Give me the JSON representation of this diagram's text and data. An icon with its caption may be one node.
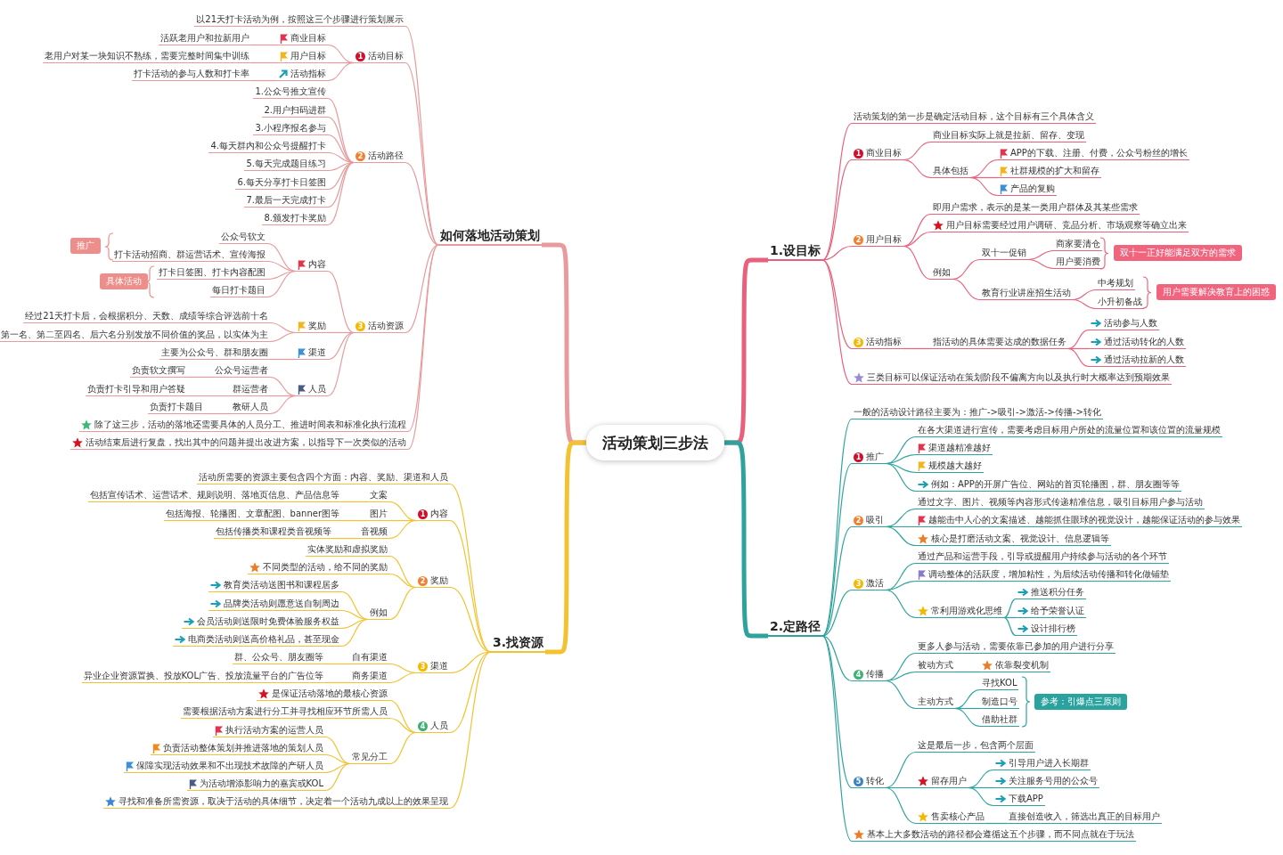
{
  "diagram": {
    "nodes": [
      {
        "text": [
          "活动策划三步法"
        ]
      },
      {
        "text": [
          "如何落地活动策划"
        ]
      },
      {
        "text": [
          "以21天打卡活动为例，按照这三个步骤进行策划展示"
        ]
      },
      {
        "text": [
          "1",
          "活动目标"
        ]
      },
      {
        "text": [
          "商业目标"
        ]
      },
      {
        "text": [
          "活跃老用户和拉新用户"
        ]
      },
      {
        "text": [
          "用户目标"
        ]
      },
      {
        "text": [
          "老用户对某一块知识不熟练，需要完整时间集中训练"
        ]
      },
      {
        "text": [
          "活动指标"
        ]
      },
      {
        "text": [
          "打卡活动的参与人数和打卡率"
        ]
      },
      {
        "text": [
          "2",
          "活动路径"
        ]
      },
      {
        "text": [
          "1.公众号推文宣传"
        ]
      },
      {
        "text": [
          "2.用户扫码进群"
        ]
      },
      {
        "text": [
          "3.小程序报名参与"
        ]
      },
      {
        "text": [
          "4.每天群内和公众号提醒打卡"
        ]
      },
      {
        "text": [
          "5.每天完成题目练习"
        ]
      },
      {
        "text": [
          "6.每天分享打卡日签图"
        ]
      },
      {
        "text": [
          "7.最后一天完成打卡"
        ]
      },
      {
        "text": [
          "8.颁发打卡奖励"
        ]
      },
      {
        "text": [
          "3",
          "活动资源"
        ]
      },
      {
        "text": [
          "内容"
        ]
      },
      {
        "text": [
          "公众号软文"
        ]
      },
      {
        "text": [
          "打卡活动招商、群运营话术、宣传海报"
        ]
      },
      {
        "text": [
          "打卡日签图、打卡内容配图"
        ]
      },
      {
        "text": [
          "每日打卡题目"
        ]
      },
      {
        "text": [
          "奖励"
        ]
      },
      {
        "text": [
          "经过21天打卡后，会根据积分、天数、成绩等综合评选前十名"
        ]
      },
      {
        "text": [
          "第一名、第二至四名、后六名分别发放不同价值的奖品，以实体为主"
        ]
      },
      {
        "text": [
          "渠道"
        ]
      },
      {
        "text": [
          "主要为公众号、群和朋友圈"
        ]
      },
      {
        "text": [
          "人员"
        ]
      },
      {
        "text": [
          "公众号运营者"
        ]
      },
      {
        "text": [
          "负责软文撰写"
        ]
      },
      {
        "text": [
          "群运营者"
        ]
      },
      {
        "text": [
          "负责打卡引导和用户答疑"
        ]
      },
      {
        "text": [
          "教研人员"
        ]
      },
      {
        "text": [
          "负责打卡题目"
        ]
      },
      {
        "text": [
          "除了这三步，活动的落地还需要具体的人员分工、推进时间表和标准化执行流程"
        ]
      },
      {
        "text": [
          "活动结束后进行复盘，找出其中的问题并提出改进方案，以指导下一次类似的活动"
        ]
      },
      {
        "text": [
          "推广"
        ]
      },
      {
        "text": [
          "具体活动"
        ]
      },
      {
        "text": [
          "1.设目标"
        ]
      },
      {
        "text": [
          "活动策划的第一步是确定活动目标，这个目标有三个具体含义"
        ]
      },
      {
        "text": [
          "1",
          "商业目标"
        ]
      },
      {
        "text": [
          "商业目标实际上就是拉新、留存、变现"
        ]
      },
      {
        "text": [
          "具体包括"
        ]
      },
      {
        "text": [
          "APP的下载、注册、付费，公众号粉丝的增长"
        ]
      },
      {
        "text": [
          "社群规模的扩大和留存"
        ]
      },
      {
        "text": [
          "产品的复购"
        ]
      },
      {
        "text": [
          "2",
          "用户目标"
        ]
      },
      {
        "text": [
          "即用户需求，表示的是某一类用户群体及其某些需求"
        ]
      },
      {
        "text": [
          "用户目标需要经过用户调研、竞品分析、市场观察等确立出来"
        ]
      },
      {
        "text": [
          "例如"
        ]
      },
      {
        "text": [
          "双十一促销"
        ]
      },
      {
        "text": [
          "商家要清仓"
        ]
      },
      {
        "text": [
          "用户要消费"
        ]
      },
      {
        "text": [
          "教育行业讲座招生活动"
        ]
      },
      {
        "text": [
          "中考规划"
        ]
      },
      {
        "text": [
          "小升初备战"
        ]
      },
      {
        "text": [
          "双十一正好能满足双方的需求"
        ]
      },
      {
        "text": [
          "用户需要解决教育上的困惑"
        ]
      },
      {
        "text": [
          "3",
          "活动指标"
        ]
      },
      {
        "text": [
          "指活动的具体需要达成的数据任务"
        ]
      },
      {
        "text": [
          "活动参与人数"
        ]
      },
      {
        "text": [
          "通过活动转化的人数"
        ]
      },
      {
        "text": [
          "通过活动拉新的人数"
        ]
      },
      {
        "text": [
          "三类目标可以保证活动在策划阶段不偏离方向以及执行时大概率达到预期效果"
        ]
      },
      {
        "text": [
          "3.找资源"
        ]
      },
      {
        "text": [
          "活动所需要的资源主要包含四个方面：内容、奖励、渠道和人员"
        ]
      },
      {
        "text": [
          "1",
          "内容"
        ]
      },
      {
        "text": [
          "文案"
        ]
      },
      {
        "text": [
          "包括宣传话术、运营话术、规则说明、落地页信息、产品信息等"
        ]
      },
      {
        "text": [
          "图片"
        ]
      },
      {
        "text": [
          "包括海报、轮播图、文章配图、banner图等"
        ]
      },
      {
        "text": [
          "音视频"
        ]
      },
      {
        "text": [
          "包括传播类和课程类音视频等"
        ]
      },
      {
        "text": [
          "2",
          "奖励"
        ]
      },
      {
        "text": [
          "实体奖励和虚拟奖励"
        ]
      },
      {
        "text": [
          "不同类型的活动，给不同的奖励"
        ]
      },
      {
        "text": [
          "例如"
        ]
      },
      {
        "text": [
          "教育类活动送图书和课程居多"
        ]
      },
      {
        "text": [
          "品牌类活动则愿意送自制周边"
        ]
      },
      {
        "text": [
          "会员活动则送限时免费体验服务权益"
        ]
      },
      {
        "text": [
          "电商类活动则送高价格礼品，甚至现金"
        ]
      },
      {
        "text": [
          "3",
          "渠道"
        ]
      },
      {
        "text": [
          "自有渠道"
        ]
      },
      {
        "text": [
          "群、公众号、朋友圈等"
        ]
      },
      {
        "text": [
          "商务渠道"
        ]
      },
      {
        "text": [
          "异业企业资源置换、投放KOL广告、投放流量平台的广告位等"
        ]
      },
      {
        "text": [
          "4",
          "人员"
        ]
      },
      {
        "text": [
          "是保证活动落地的最核心资源"
        ]
      },
      {
        "text": [
          "需要根据活动方案进行分工并寻找相应环节所需人员"
        ]
      },
      {
        "text": [
          "常见分工"
        ]
      },
      {
        "text": [
          "执行活动方案的运营人员"
        ]
      },
      {
        "text": [
          "负责活动整体策划并推进落地的策划人员"
        ]
      },
      {
        "text": [
          "保障实现活动效果和不出现技术故障的产研人员"
        ]
      },
      {
        "text": [
          "为活动增添影响力的嘉宾或KOL"
        ]
      },
      {
        "text": [
          "寻找和准备所需资源，取决于活动的具体细节，决定着一个活动九成以上的效果呈现"
        ]
      },
      {
        "text": [
          "2.定路径"
        ]
      },
      {
        "text": [
          "一般的活动设计路径主要为：推广->吸引->激活->传播->转化"
        ]
      },
      {
        "text": [
          "1",
          "推广"
        ]
      },
      {
        "text": [
          "在各大渠道进行宣传，需要考虑目标用户所处的流量位置和该位置的流量规模"
        ]
      },
      {
        "text": [
          "渠道越精准越好"
        ]
      },
      {
        "text": [
          "规模越大越好"
        ]
      },
      {
        "text": [
          "例如：APP的开屏广告位、网站的首页轮播图，群、朋友圈等等"
        ]
      },
      {
        "text": [
          "2",
          "吸引"
        ]
      },
      {
        "text": [
          "通过文字、图片、视频等内容形式传递精准信息，吸引目标用户参与活动"
        ]
      },
      {
        "text": [
          "越能击中人心的文案描述、越能抓住眼球的视觉设计，越能保证活动的参与效果"
        ]
      },
      {
        "text": [
          "核心是打磨活动文案、视觉设计、信息逻辑等"
        ]
      },
      {
        "text": [
          "3",
          "激活"
        ]
      },
      {
        "text": [
          "通过产品和运营手段，引导或提醒用户持续参与活动的各个环节"
        ]
      },
      {
        "text": [
          "调动整体的活跃度，增加粘性，为后续活动传播和转化做铺垫"
        ]
      },
      {
        "text": [
          "常利用游戏化思维"
        ]
      },
      {
        "text": [
          "推送积分任务"
        ]
      },
      {
        "text": [
          "给予荣誉认证"
        ]
      },
      {
        "text": [
          "设计排行榜"
        ]
      },
      {
        "text": [
          "4",
          "传播"
        ]
      },
      {
        "text": [
          "更多人参与活动，需要依靠已参加的用户进行分享"
        ]
      },
      {
        "text": [
          "被动方式"
        ]
      },
      {
        "text": [
          "依靠裂变机制"
        ]
      },
      {
        "text": [
          "主动方式"
        ]
      },
      {
        "text": [
          "寻找KOL"
        ]
      },
      {
        "text": [
          "制造口号"
        ]
      },
      {
        "text": [
          "借助社群"
        ]
      },
      {
        "text": [
          "参考：引爆点三原则"
        ]
      },
      {
        "text": [
          "5",
          "转化"
        ]
      },
      {
        "text": [
          "这是最后一步，包含两个层面"
        ]
      },
      {
        "text": [
          "留存用户"
        ]
      },
      {
        "text": [
          "引导用户进入长期群"
        ]
      },
      {
        "text": [
          "关注服务号用的公众号"
        ]
      },
      {
        "text": [
          "下载APP"
        ]
      },
      {
        "text": [
          "售卖核心产品"
        ]
      },
      {
        "text": [
          "直接创造收入，筛选出真正的目标用户"
        ]
      },
      {
        "text": [
          "基本上大多数活动的路径都会遵循这五个步骤，而不同点就在于玩法"
        ]
      }
    ],
    "edges": [
      {
        "from": 0,
        "to": 1,
        "arrow": "none",
        "style": "thick"
      },
      {
        "from": 0,
        "to": 41,
        "arrow": "none",
        "style": "thick",
        "color": "#e8607c"
      },
      {
        "from": 0,
        "to": 67,
        "arrow": "none",
        "style": "thick",
        "color": "#f2c230"
      },
      {
        "from": 0,
        "to": 98,
        "arrow": "none",
        "style": "thick",
        "color": "#2ea39e"
      },
      {
        "from": 1,
        "to": 2,
        "arrow": "none"
      },
      {
        "from": 1,
        "to": 3,
        "arrow": "none"
      },
      {
        "from": 1,
        "to": 10,
        "arrow": "none"
      },
      {
        "from": 1,
        "to": 19,
        "arrow": "none"
      },
      {
        "from": 1,
        "to": 37,
        "arrow": "none"
      },
      {
        "from": 1,
        "to": 38,
        "arrow": "none"
      },
      {
        "from": 3,
        "to": 4,
        "arrow": "none"
      },
      {
        "from": 3,
        "to": 6,
        "arrow": "none"
      },
      {
        "from": 3,
        "to": 8,
        "arrow": "none"
      },
      {
        "from": 4,
        "to": 5,
        "arrow": "none"
      },
      {
        "from": 6,
        "to": 7,
        "arrow": "none"
      },
      {
        "from": 8,
        "to": 9,
        "arrow": "none"
      },
      {
        "from": 10,
        "to": 11,
        "arrow": "none"
      },
      {
        "from": 10,
        "to": 12,
        "arrow": "none"
      },
      {
        "from": 10,
        "to": 13,
        "arrow": "none"
      },
      {
        "from": 10,
        "to": 14,
        "arrow": "none"
      },
      {
        "from": 10,
        "to": 15,
        "arrow": "none"
      },
      {
        "from": 10,
        "to": 16,
        "arrow": "none"
      },
      {
        "from": 10,
        "to": 17,
        "arrow": "none"
      },
      {
        "from": 10,
        "to": 18,
        "arrow": "none"
      },
      {
        "from": 19,
        "to": 20,
        "arrow": "none"
      },
      {
        "from": 19,
        "to": 25,
        "arrow": "none"
      },
      {
        "from": 19,
        "to": 28,
        "arrow": "none"
      },
      {
        "from": 19,
        "to": 30,
        "arrow": "none"
      },
      {
        "from": 20,
        "to": 21,
        "arrow": "none"
      },
      {
        "from": 20,
        "to": 22,
        "arrow": "none"
      },
      {
        "from": 20,
        "to": 23,
        "arrow": "none"
      },
      {
        "from": 20,
        "to": 24,
        "arrow": "none"
      },
      {
        "from": 25,
        "to": 26,
        "arrow": "none"
      },
      {
        "from": 25,
        "to": 27,
        "arrow": "none"
      },
      {
        "from": 28,
        "to": 29,
        "arrow": "none"
      },
      {
        "from": 30,
        "to": 31,
        "arrow": "none"
      },
      {
        "from": 30,
        "to": 33,
        "arrow": "none"
      },
      {
        "from": 30,
        "to": 35,
        "arrow": "none"
      },
      {
        "from": 31,
        "to": 32,
        "arrow": "none"
      },
      {
        "from": 33,
        "to": 34,
        "arrow": "none"
      },
      {
        "from": 35,
        "to": 36,
        "arrow": "none"
      },
      {
        "from": 41,
        "to": 42,
        "arrow": "none",
        "color": "#e8607c"
      },
      {
        "from": 41,
        "to": 43,
        "arrow": "none",
        "color": "#e8607c"
      },
      {
        "from": 41,
        "to": 49,
        "arrow": "none",
        "color": "#e8607c"
      },
      {
        "from": 41,
        "to": 61,
        "arrow": "none",
        "color": "#e8607c"
      },
      {
        "from": 41,
        "to": 66,
        "arrow": "none",
        "color": "#e8607c"
      },
      {
        "from": 43,
        "to": 44,
        "arrow": "none",
        "color": "#e8607c"
      },
      {
        "from": 43,
        "to": 45,
        "arrow": "none",
        "color": "#e8607c"
      },
      {
        "from": 45,
        "to": 46,
        "arrow": "none",
        "color": "#e8607c"
      },
      {
        "from": 45,
        "to": 47,
        "arrow": "none",
        "color": "#e8607c"
      },
      {
        "from": 45,
        "to": 48,
        "arrow": "none",
        "color": "#e8607c"
      },
      {
        "from": 49,
        "to": 50,
        "arrow": "none",
        "color": "#e8607c"
      },
      {
        "from": 49,
        "to": 51,
        "arrow": "none",
        "color": "#e8607c"
      },
      {
        "from": 49,
        "to": 52,
        "arrow": "none",
        "color": "#e8607c"
      },
      {
        "from": 52,
        "to": 53,
        "arrow": "none",
        "color": "#e8607c"
      },
      {
        "from": 52,
        "to": 56,
        "arrow": "none",
        "color": "#e8607c"
      },
      {
        "from": 53,
        "to": 54,
        "arrow": "none",
        "color": "#e8607c"
      },
      {
        "from": 53,
        "to": 55,
        "arrow": "none",
        "color": "#e8607c"
      },
      {
        "from": 56,
        "to": 57,
        "arrow": "none",
        "color": "#e8607c"
      },
      {
        "from": 56,
        "to": 58,
        "arrow": "none",
        "color": "#e8607c"
      },
      {
        "from": 61,
        "to": 62,
        "arrow": "none",
        "color": "#e8607c"
      },
      {
        "from": 62,
        "to": 63,
        "arrow": "none",
        "color": "#e8607c"
      },
      {
        "from": 62,
        "to": 64,
        "arrow": "none",
        "color": "#e8607c"
      },
      {
        "from": 62,
        "to": 65,
        "arrow": "none",
        "color": "#e8607c"
      },
      {
        "from": 67,
        "to": 68,
        "arrow": "none",
        "color": "#f2c230"
      },
      {
        "from": 67,
        "to": 69,
        "arrow": "none",
        "color": "#f2c230"
      },
      {
        "from": 67,
        "to": 76,
        "arrow": "none",
        "color": "#f2c230"
      },
      {
        "from": 67,
        "to": 84,
        "arrow": "none",
        "color": "#f2c230"
      },
      {
        "from": 67,
        "to": 89,
        "arrow": "none",
        "color": "#f2c230"
      },
      {
        "from": 67,
        "to": 97,
        "arrow": "none",
        "color": "#f2c230"
      },
      {
        "from": 69,
        "to": 70,
        "arrow": "none",
        "color": "#f2c230"
      },
      {
        "from": 69,
        "to": 72,
        "arrow": "none",
        "color": "#f2c230"
      },
      {
        "from": 69,
        "to": 74,
        "arrow": "none",
        "color": "#f2c230"
      },
      {
        "from": 70,
        "to": 71,
        "arrow": "none",
        "color": "#f2c230"
      },
      {
        "from": 72,
        "to": 73,
        "arrow": "none",
        "color": "#f2c230"
      },
      {
        "from": 74,
        "to": 75,
        "arrow": "none",
        "color": "#f2c230"
      },
      {
        "from": 76,
        "to": 77,
        "arrow": "none",
        "color": "#f2c230"
      },
      {
        "from": 76,
        "to": 78,
        "arrow": "none",
        "color": "#f2c230"
      },
      {
        "from": 76,
        "to": 79,
        "arrow": "none",
        "color": "#f2c230"
      },
      {
        "from": 79,
        "to": 80,
        "arrow": "none",
        "color": "#f2c230"
      },
      {
        "from": 79,
        "to": 81,
        "arrow": "none",
        "color": "#f2c230"
      },
      {
        "from": 79,
        "to": 82,
        "arrow": "none",
        "color": "#f2c230"
      },
      {
        "from": 79,
        "to": 83,
        "arrow": "none",
        "color": "#f2c230"
      },
      {
        "from": 84,
        "to": 85,
        "arrow": "none",
        "color": "#f2c230"
      },
      {
        "from": 84,
        "to": 87,
        "arrow": "none",
        "color": "#f2c230"
      },
      {
        "from": 85,
        "to": 86,
        "arrow": "none",
        "color": "#f2c230"
      },
      {
        "from": 87,
        "to": 88,
        "arrow": "none",
        "color": "#f2c230"
      },
      {
        "from": 89,
        "to": 90,
        "arrow": "none",
        "color": "#f2c230"
      },
      {
        "from": 89,
        "to": 91,
        "arrow": "none",
        "color": "#f2c230"
      },
      {
        "from": 89,
        "to": 92,
        "arrow": "none",
        "color": "#f2c230"
      },
      {
        "from": 92,
        "to": 93,
        "arrow": "none",
        "color": "#f2c230"
      },
      {
        "from": 92,
        "to": 94,
        "arrow": "none",
        "color": "#f2c230"
      },
      {
        "from": 92,
        "to": 95,
        "arrow": "none",
        "color": "#f2c230"
      },
      {
        "from": 92,
        "to": 96,
        "arrow": "none",
        "color": "#f2c230"
      },
      {
        "from": 98,
        "to": 99,
        "arrow": "none",
        "color": "#2ea39e"
      },
      {
        "from": 98,
        "to": 100,
        "arrow": "none",
        "color": "#2ea39e"
      },
      {
        "from": 98,
        "to": 105,
        "arrow": "none",
        "color": "#2ea39e"
      },
      {
        "from": 98,
        "to": 109,
        "arrow": "none",
        "color": "#2ea39e"
      },
      {
        "from": 98,
        "to": 116,
        "arrow": "none",
        "color": "#2ea39e"
      },
      {
        "from": 98,
        "to": 125,
        "arrow": "none",
        "color": "#2ea39e"
      },
      {
        "from": 98,
        "to": 133,
        "arrow": "none",
        "color": "#2ea39e"
      },
      {
        "from": 100,
        "to": 101,
        "arrow": "none",
        "color": "#2ea39e"
      },
      {
        "from": 100,
        "to": 102,
        "arrow": "none",
        "color": "#2ea39e"
      },
      {
        "from": 100,
        "to": 103,
        "arrow": "none",
        "color": "#2ea39e"
      },
      {
        "from": 100,
        "to": 104,
        "arrow": "none",
        "color": "#2ea39e"
      },
      {
        "from": 105,
        "to": 106,
        "arrow": "none",
        "color": "#2ea39e"
      },
      {
        "from": 105,
        "to": 107,
        "arrow": "none",
        "color": "#2ea39e"
      },
      {
        "from": 105,
        "to": 108,
        "arrow": "none",
        "color": "#2ea39e"
      },
      {
        "from": 109,
        "to": 110,
        "arrow": "none",
        "color": "#2ea39e"
      },
      {
        "from": 109,
        "to": 111,
        "arrow": "none",
        "color": "#2ea39e"
      },
      {
        "from": 109,
        "to": 112,
        "arrow": "none",
        "color": "#2ea39e"
      },
      {
        "from": 112,
        "to": 113,
        "arrow": "none",
        "color": "#2ea39e"
      },
      {
        "from": 112,
        "to": 114,
        "arrow": "none",
        "color": "#2ea39e"
      },
      {
        "from": 112,
        "to": 115,
        "arrow": "none",
        "color": "#2ea39e"
      },
      {
        "from": 116,
        "to": 117,
        "arrow": "none",
        "color": "#2ea39e"
      },
      {
        "from": 116,
        "to": 118,
        "arrow": "none",
        "color": "#2ea39e"
      },
      {
        "from": 116,
        "to": 120,
        "arrow": "none",
        "color": "#2ea39e"
      },
      {
        "from": 118,
        "to": 119,
        "arrow": "none",
        "color": "#2ea39e"
      },
      {
        "from": 120,
        "to": 121,
        "arrow": "none",
        "color": "#2ea39e"
      },
      {
        "from": 120,
        "to": 122,
        "arrow": "none",
        "color": "#2ea39e"
      },
      {
        "from": 120,
        "to": 123,
        "arrow": "none",
        "color": "#2ea39e"
      },
      {
        "from": 125,
        "to": 126,
        "arrow": "none",
        "color": "#2ea39e"
      },
      {
        "from": 125,
        "to": 127,
        "arrow": "none",
        "color": "#2ea39e"
      },
      {
        "from": 125,
        "to": 131,
        "arrow": "none",
        "color": "#2ea39e"
      },
      {
        "from": 127,
        "to": 128,
        "arrow": "none",
        "color": "#2ea39e"
      },
      {
        "from": 127,
        "to": 129,
        "arrow": "none",
        "color": "#2ea39e"
      },
      {
        "from": 127,
        "to": 130,
        "arrow": "none",
        "color": "#2ea39e"
      },
      {
        "from": 131,
        "to": 132,
        "arrow": "none",
        "color": "#2ea39e"
      }
    ]
  }
}
